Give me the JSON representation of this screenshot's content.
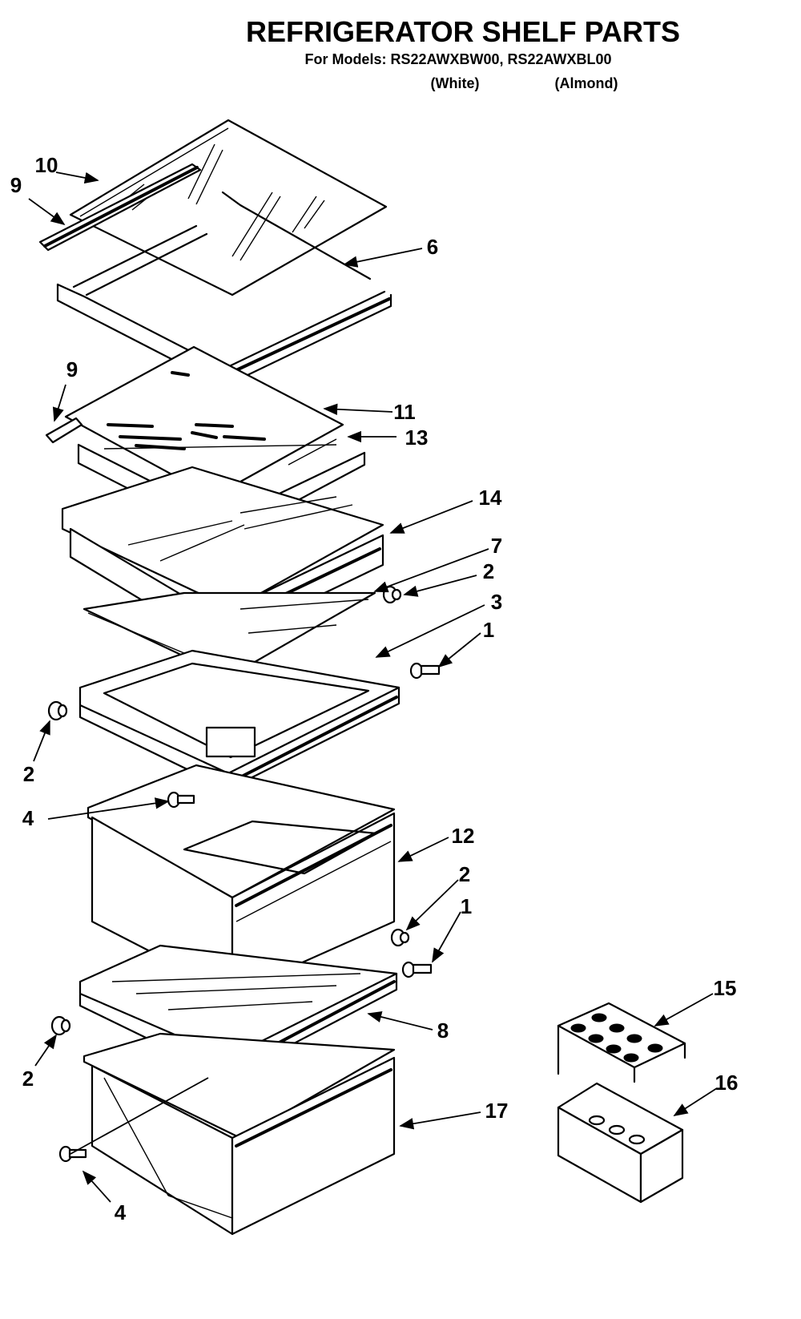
{
  "header": {
    "title": "REFRIGERATOR SHELF PARTS",
    "models_line": "For Models: RS22AWXBW00, RS22AWXBL00",
    "color_white": "(White)",
    "color_almond": "(Almond)"
  },
  "callouts": {
    "c10": "10",
    "c9a": "9",
    "c6": "6",
    "c9b": "9",
    "c11": "11",
    "c13": "13",
    "c14": "14",
    "c7": "7",
    "c2a": "2",
    "c3": "3",
    "c1a": "1",
    "c2b": "2",
    "c4a": "4",
    "c12": "12",
    "c2c": "2",
    "c1b": "1",
    "c15": "15",
    "c8": "8",
    "c2d": "2",
    "c16": "16",
    "c17": "17",
    "c4b": "4"
  }
}
